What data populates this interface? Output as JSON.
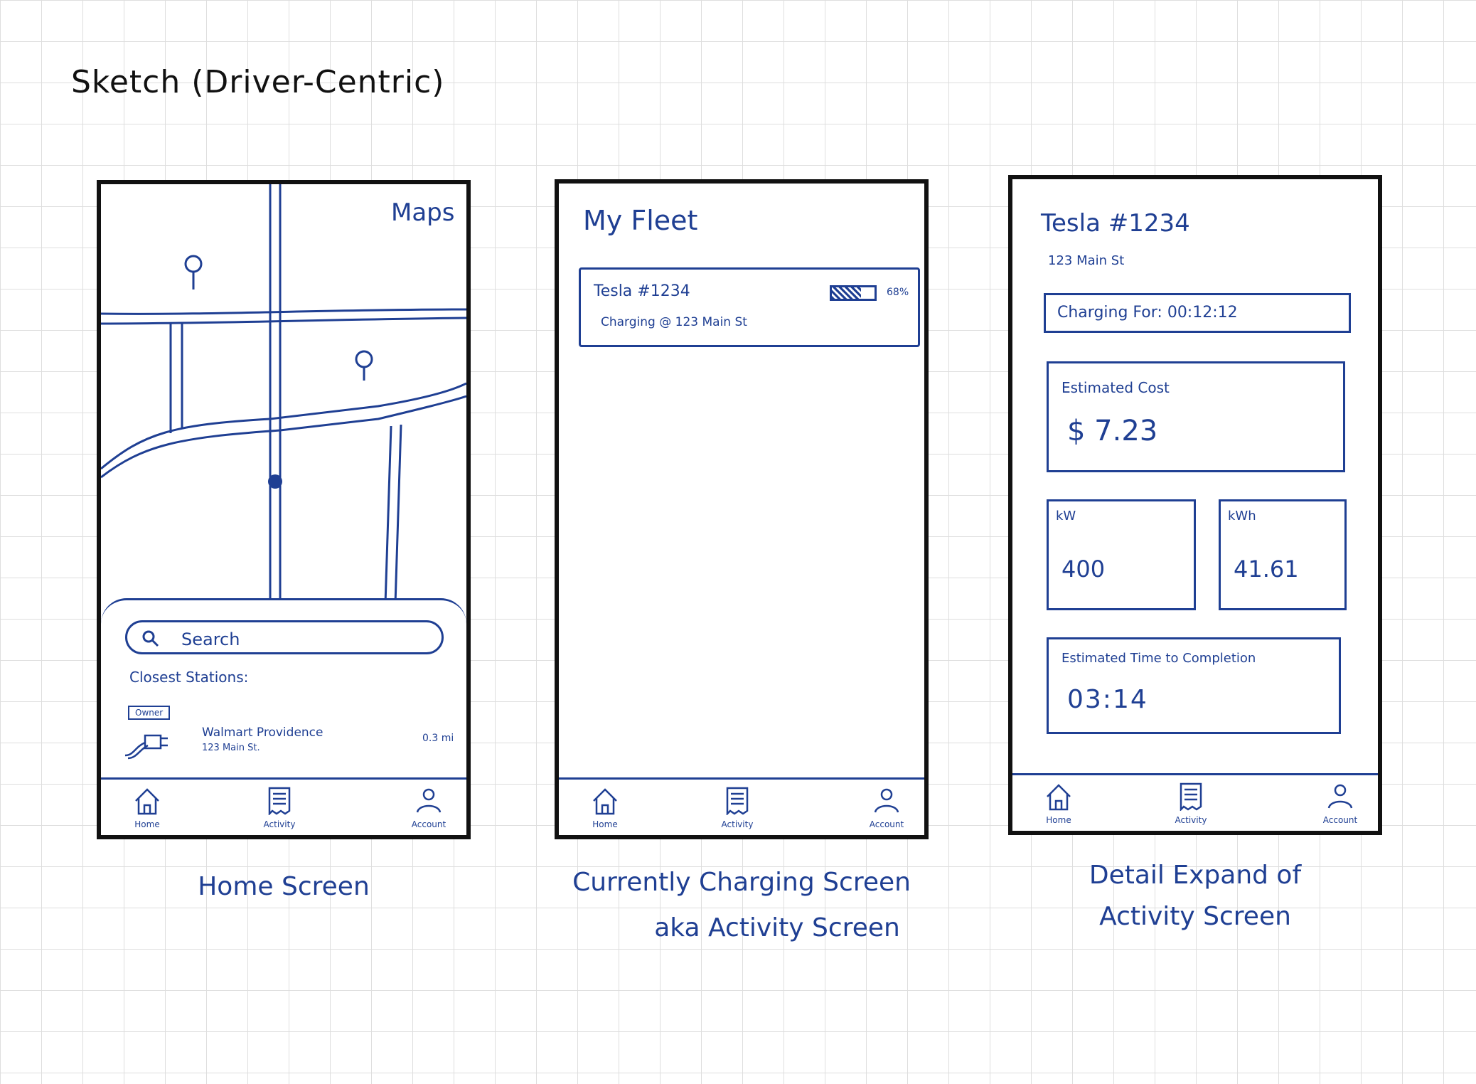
{
  "title": "Sketch (Driver-Centric)",
  "home": {
    "map_label": "Maps",
    "search_placeholder": "Search",
    "closest_label": "Closest Stations:",
    "station": {
      "badge": "Owner",
      "name": "Walmart Providence",
      "address": "123 Main St.",
      "distance": "0.3 mi"
    },
    "caption": "Home Screen"
  },
  "activity": {
    "title": "My Fleet",
    "vehicle": "Tesla #1234",
    "status": "Charging @ 123 Main St",
    "battery_percent": 68,
    "battery_label": "68%",
    "caption_line1": "Currently Charging Screen",
    "caption_line2": "aka Activity Screen"
  },
  "detail": {
    "title": "Tesla #1234",
    "subtitle": "123 Main St",
    "charging_label": "Charging For: 00:12:12",
    "cost_label": "Estimated Cost",
    "cost_value": "$ 7.23",
    "kw_label": "kW",
    "kw_value": "400",
    "kwh_label": "kWh",
    "kwh_value": "41.61",
    "eta_label": "Estimated Time to Completion",
    "eta_value": "03:14",
    "caption_line1": "Detail Expand of",
    "caption_line2": "Activity Screen"
  },
  "nav": {
    "home": "Home",
    "activity": "Activity",
    "account": "Account"
  },
  "colors": {
    "ink": "#1f3f93",
    "frame": "#111111",
    "grid": "#dedede"
  }
}
